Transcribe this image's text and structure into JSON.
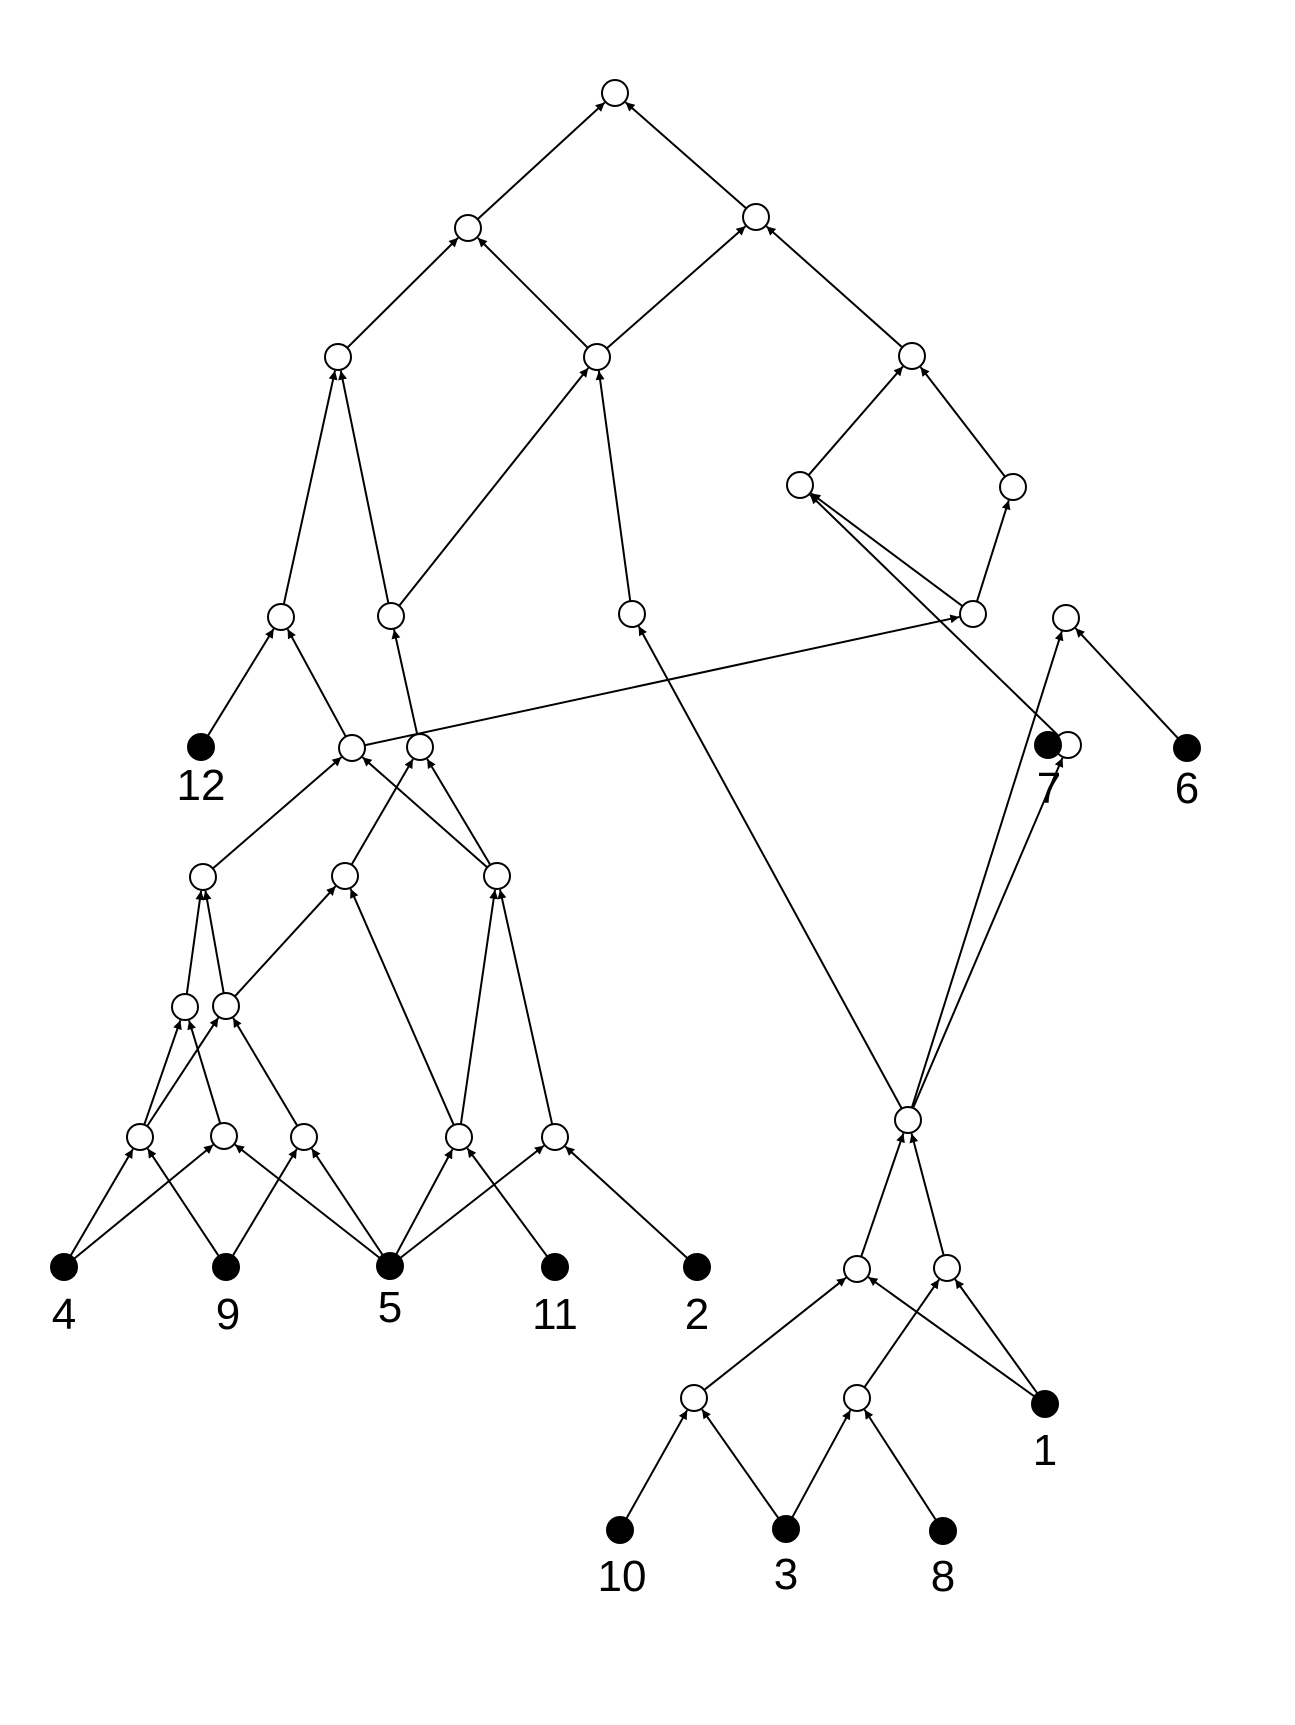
{
  "diagram": {
    "kind": "directed acyclic graph",
    "leaf_labels": {
      "L12": "12",
      "L4": "4",
      "L9": "9",
      "L5": "5",
      "L11": "11",
      "L2": "2",
      "L7": "7",
      "L6": "6",
      "L10": "10",
      "L3": "3",
      "L8": "8",
      "L1": "1"
    },
    "colors": {
      "line": "#000000",
      "leaf_fill": "#000000",
      "inner_fill": "#ffffff"
    },
    "edges": [
      [
        "A",
        "T"
      ],
      [
        "B",
        "T"
      ],
      [
        "C",
        "A"
      ],
      [
        "D",
        "A"
      ],
      [
        "D",
        "B"
      ],
      [
        "E",
        "B"
      ],
      [
        "F",
        "E"
      ],
      [
        "G",
        "E"
      ],
      [
        "H",
        "C"
      ],
      [
        "I",
        "C"
      ],
      [
        "I",
        "D"
      ],
      [
        "J",
        "F"
      ],
      [
        "J",
        "G"
      ],
      [
        "K",
        "D"
      ],
      [
        "L",
        "F"
      ],
      [
        "L12",
        "H"
      ],
      [
        "M",
        "H"
      ],
      [
        "M",
        "J"
      ],
      [
        "N",
        "I"
      ],
      [
        "O",
        "M"
      ],
      [
        "P",
        "N"
      ],
      [
        "Q",
        "M"
      ],
      [
        "Q",
        "N"
      ],
      [
        "R",
        "O"
      ],
      [
        "S",
        "O"
      ],
      [
        "S",
        "P"
      ],
      [
        "U",
        "R"
      ],
      [
        "U",
        "S"
      ],
      [
        "V",
        "R"
      ],
      [
        "W",
        "S"
      ],
      [
        "X",
        "P"
      ],
      [
        "X",
        "Q"
      ],
      [
        "Y",
        "Q"
      ],
      [
        "L4",
        "U"
      ],
      [
        "L4",
        "V"
      ],
      [
        "L9",
        "U"
      ],
      [
        "L9",
        "W"
      ],
      [
        "L5",
        "V"
      ],
      [
        "L5",
        "W"
      ],
      [
        "L5",
        "X"
      ],
      [
        "L5",
        "Y"
      ],
      [
        "L11",
        "X"
      ],
      [
        "L2",
        "Y"
      ],
      [
        "L7",
        "L"
      ],
      [
        "L6",
        "Z"
      ],
      [
        "AA",
        "K"
      ],
      [
        "AA",
        "L"
      ],
      [
        "AA",
        "Z"
      ],
      [
        "AB",
        "AA"
      ],
      [
        "AC",
        "AA"
      ],
      [
        "AD",
        "AB"
      ],
      [
        "AE",
        "AC"
      ],
      [
        "L1",
        "AB"
      ],
      [
        "L1",
        "AC"
      ],
      [
        "L10",
        "AD"
      ],
      [
        "L3",
        "AD"
      ],
      [
        "L3",
        "AE"
      ],
      [
        "L8",
        "AE"
      ]
    ]
  }
}
